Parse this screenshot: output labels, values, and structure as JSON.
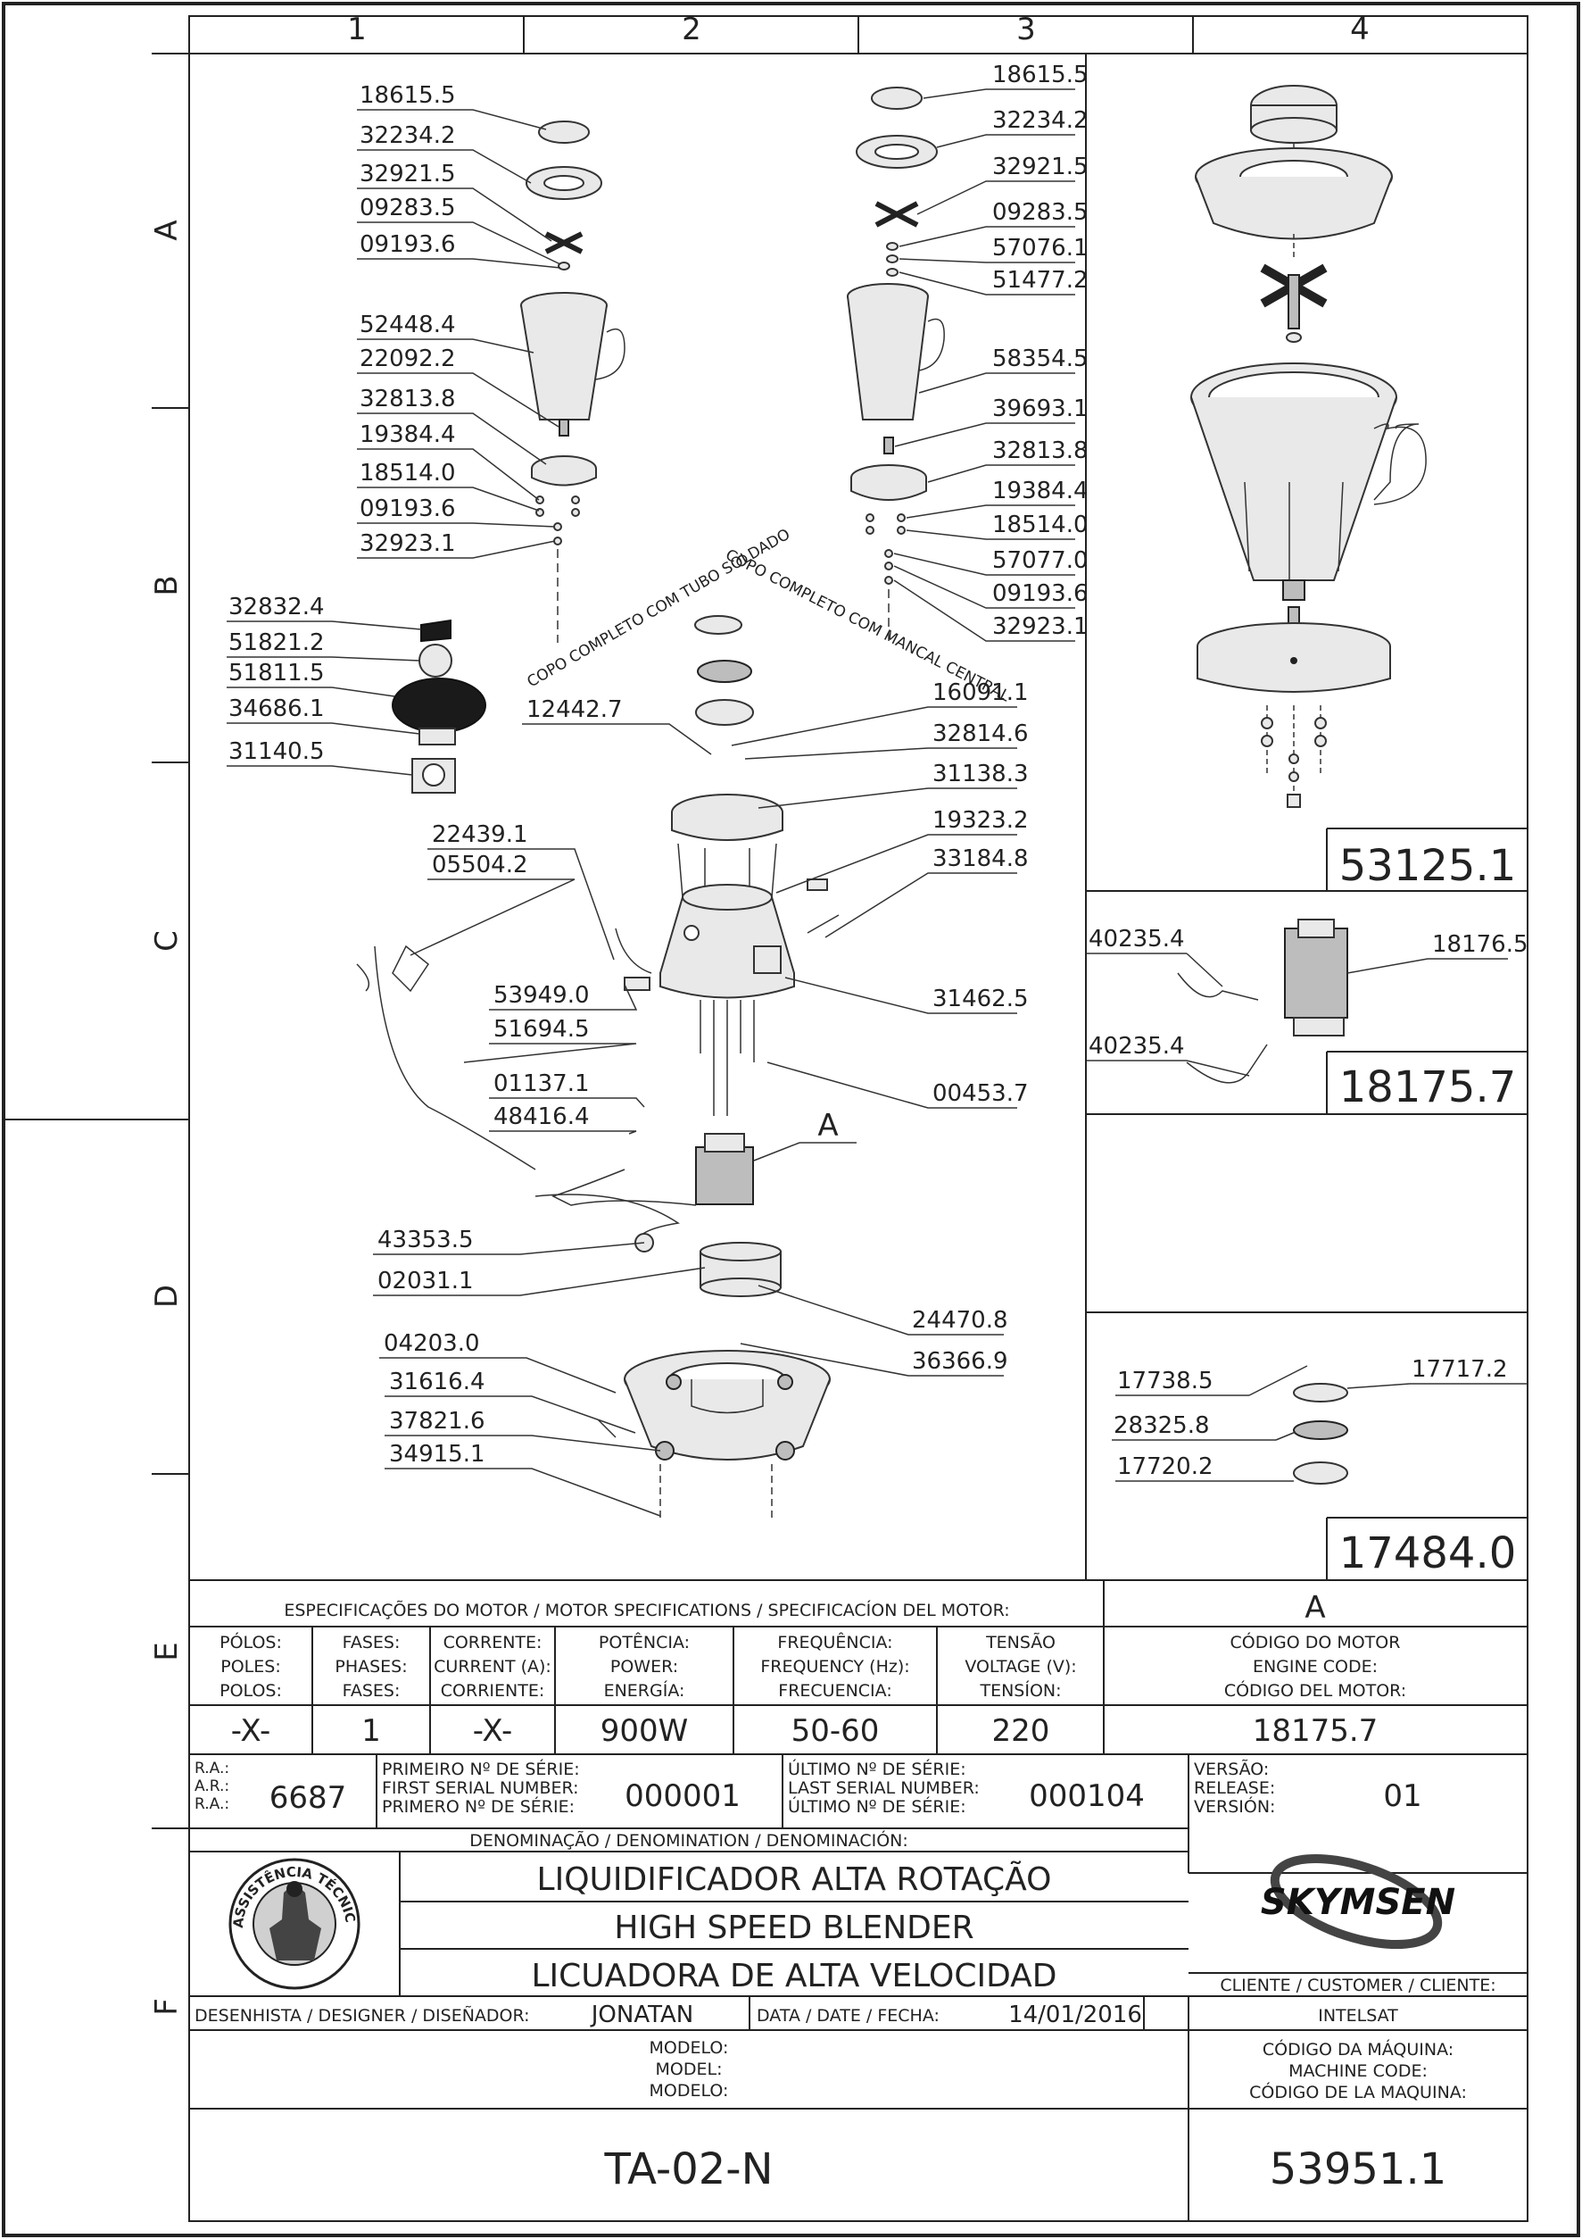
{
  "grid": {
    "columns": [
      "1",
      "2",
      "3",
      "4"
    ],
    "rows": [
      "A",
      "B",
      "C",
      "D",
      "E",
      "F"
    ]
  },
  "callouts": {
    "c1": [
      "18615.5",
      "32234.2",
      "32921.5",
      "09283.5",
      "09193.6",
      "52448.4",
      "22092.2",
      "32813.8",
      "19384.4",
      "18514.0",
      "09193.6",
      "32923.1"
    ],
    "c3": [
      "18615.5",
      "32234.2",
      "32921.5",
      "09283.5",
      "57076.1",
      "51477.2",
      "58354.5",
      "39693.1",
      "32813.8",
      "19384.4",
      "18514.0",
      "57077.0",
      "09193.6",
      "32923.1"
    ],
    "left_b": [
      "32832.4",
      "51821.2",
      "51811.5",
      "34686.1",
      "31140.5"
    ],
    "center_r": [
      "16091.1",
      "32814.6",
      "31138.3",
      "19323.2",
      "33184.8",
      "31462.5",
      "00453.7"
    ],
    "center_l": [
      "12442.7",
      "22439.1",
      "05504.2",
      "53949.0",
      "51694.5",
      "01137.1",
      "48416.4",
      "43353.5",
      "02031.1",
      "04203.0",
      "31616.4",
      "37821.6",
      "34915.1"
    ],
    "base_r": [
      "24470.8",
      "36366.9"
    ],
    "motor_ids": [
      "40235.4",
      "18176.5",
      "40235.4"
    ],
    "coupling": [
      "17738.5",
      "17717.2",
      "28325.8",
      "17720.2"
    ]
  },
  "detail_a_label": "A",
  "boxes": {
    "cup_assembly": "53125.1",
    "motor": "18175.7",
    "coupling": "17484.0"
  },
  "arc_labels": {
    "left": "COPO COMPLETO COM TUBO SOLDADO",
    "right": "COPO COMPLETO COM MANCAL CENTRAL"
  },
  "specs": {
    "heading": "ESPECIFICAÇÕES DO MOTOR / MOTOR SPECIFICATIONS / SPECIFICACÍON DEL MOTOR:",
    "right_heading": "A",
    "headers": [
      [
        "PÓLOS:",
        "POLES:",
        "POLOS:"
      ],
      [
        "FASES:",
        "PHASES:",
        "FASES:"
      ],
      [
        "CORRENTE:",
        "CURRENT (A):",
        "CORRIENTE:"
      ],
      [
        "POTÊNCIA:",
        "POWER:",
        "ENERGÍA:"
      ],
      [
        "FREQUÊNCIA:",
        "FREQUENCY (Hz):",
        "FRECUENCIA:"
      ],
      [
        "TENSÃO",
        "VOLTAGE (V):",
        "TENSÍON:"
      ],
      [
        "CÓDIGO DO MOTOR",
        "ENGINE CODE:",
        "CÓDIGO DEL MOTOR:"
      ]
    ],
    "values": [
      "-X-",
      "1",
      "-X-",
      "900W",
      "50-60",
      "220",
      "18175.7"
    ]
  },
  "serials": {
    "ra_labels": [
      "R.A.:",
      "A.R.:",
      "R.A.:"
    ],
    "ra_value": "6687",
    "first_labels": [
      "PRIMEIRO Nº DE SÉRIE:",
      "FIRST SERIAL NUMBER:",
      "PRIMERO Nº DE SÉRIE:"
    ],
    "first_value": "000001",
    "last_labels": [
      "ÚLTIMO Nº DE SÉRIE:",
      "LAST SERIAL NUMBER:",
      "ÚLTIMO Nº DE SÉRIE:"
    ],
    "last_value": "000104",
    "version_labels": [
      "VERSÃO:",
      "RELEASE:",
      "VERSIÓN:"
    ],
    "version_value": "01"
  },
  "title_block": {
    "denomination_label": "DENOMINAÇÃO / DENOMINATION / DENOMINACIÓN:",
    "names": [
      "LIQUIDIFICADOR ALTA ROTAÇÃO",
      "HIGH SPEED BLENDER",
      "LICUADORA DE ALTA VELOCIDAD"
    ],
    "seal_text": "ASSISTÊNCIA TÉCNICA AUTORIZADA",
    "brand": "SKYMSEN",
    "client_label": "CLIENTE / CUSTOMER / CLIENTE:",
    "client_value": "INTELSAT",
    "designer_label": "DESENHISTA / DESIGNER / DISEÑADOR:",
    "designer_value": "JONATAN",
    "date_label": "DATA / DATE / FECHA:",
    "date_value": "14/01/2016",
    "model_labels": [
      "MODELO:",
      "MODEL:",
      "MODELO:"
    ],
    "model_value": "TA-02-N",
    "machine_labels": [
      "CÓDIGO DA MÁQUINA:",
      "MACHINE CODE:",
      "CÓDIGO DE LA MAQUINA:"
    ],
    "machine_value": "53951.1"
  }
}
